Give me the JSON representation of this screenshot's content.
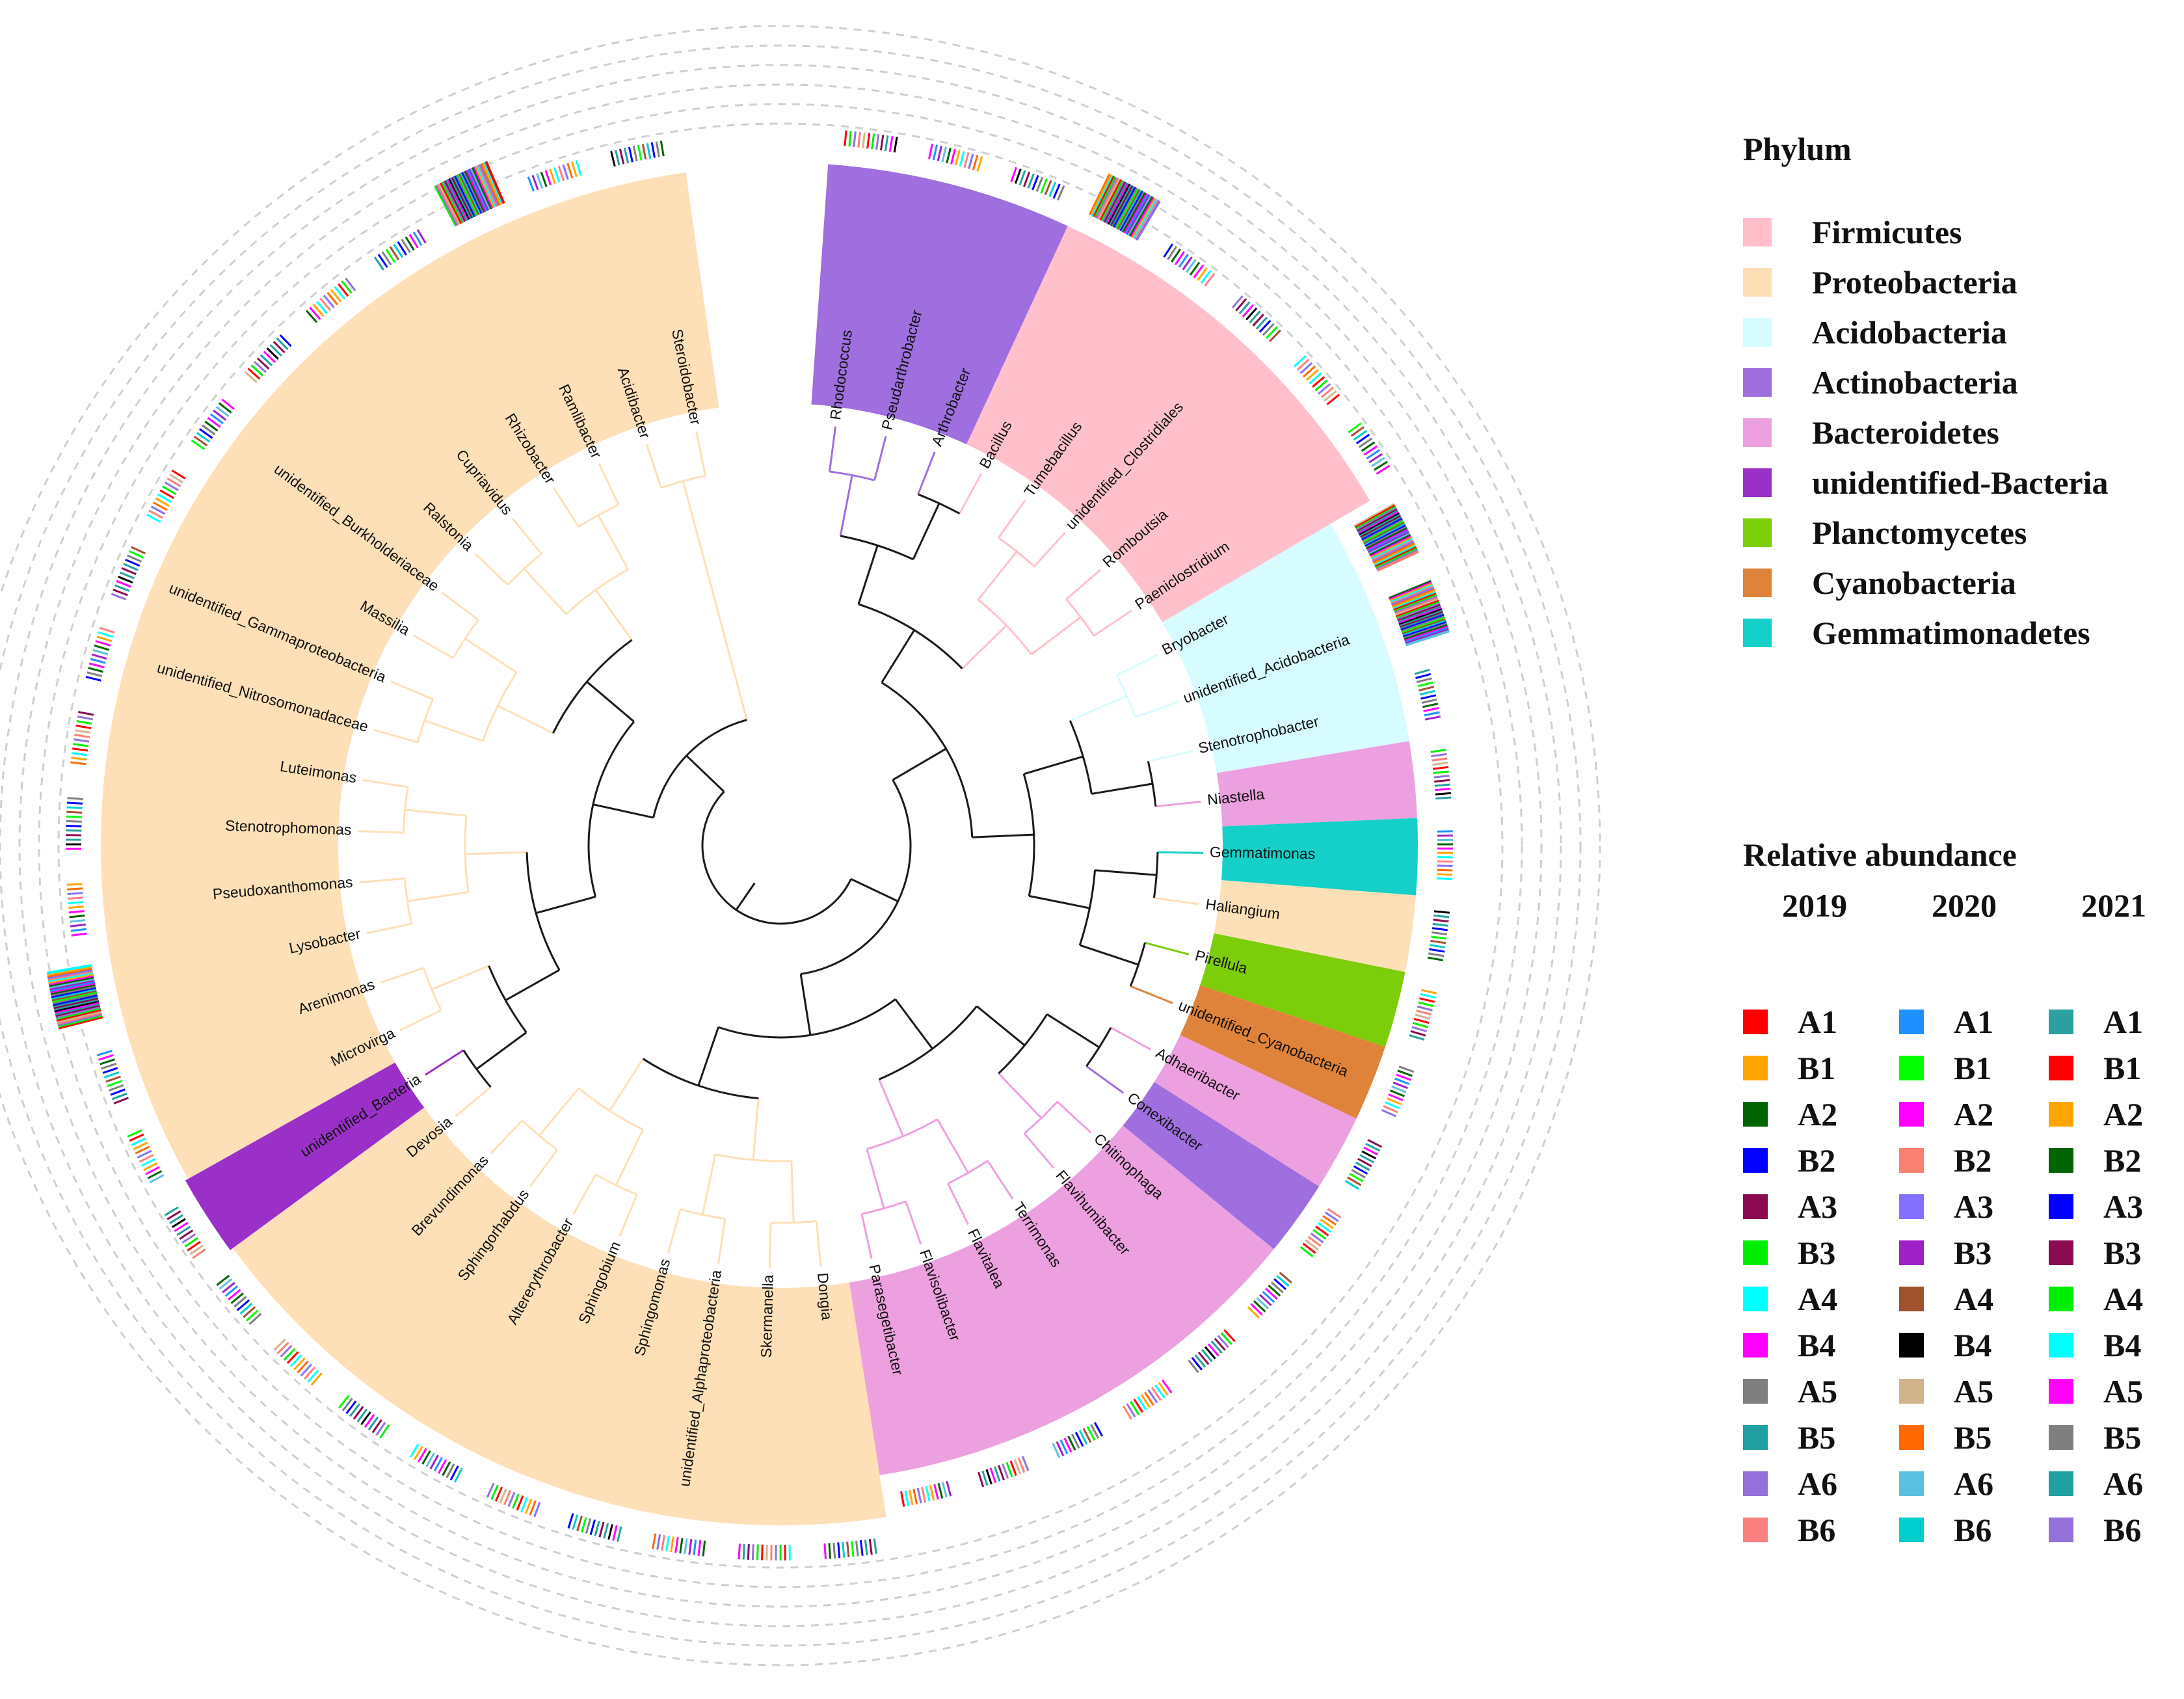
{
  "phylum_legend": {
    "title": "Phylum",
    "items": [
      {
        "label": "Firmicutes",
        "color": "#ffc0cb"
      },
      {
        "label": "Proteobacteria",
        "color": "#fde0b8"
      },
      {
        "label": "Acidobacteria",
        "color": "#d6fcff"
      },
      {
        "label": "Actinobacteria",
        "color": "#9f6fdf"
      },
      {
        "label": "Bacteroidetes",
        "color": "#eda0df"
      },
      {
        "label": "unidentified-Bacteria",
        "color": "#9b30c8"
      },
      {
        "label": "Planctomycetes",
        "color": "#7ccd0a"
      },
      {
        "label": "Cyanobacteria",
        "color": "#e0833a"
      },
      {
        "label": "Gemmatimonadetes",
        "color": "#14d0c8"
      }
    ]
  },
  "abundance_legend": {
    "title": "Relative abundance",
    "years": [
      {
        "year": "2019",
        "items": [
          {
            "label": "A1",
            "color": "#ff0000"
          },
          {
            "label": "B1",
            "color": "#ffa500"
          },
          {
            "label": "A2",
            "color": "#006400"
          },
          {
            "label": "B2",
            "color": "#0000ff"
          },
          {
            "label": "A3",
            "color": "#8b0a50"
          },
          {
            "label": "B3",
            "color": "#00ee00"
          },
          {
            "label": "A4",
            "color": "#00ffff"
          },
          {
            "label": "B4",
            "color": "#ff00ff"
          },
          {
            "label": "A5",
            "color": "#7f7f7f"
          },
          {
            "label": "B5",
            "color": "#20a0a0"
          },
          {
            "label": "A6",
            "color": "#9370db"
          },
          {
            "label": "B6",
            "color": "#fa8080"
          }
        ]
      },
      {
        "year": "2020",
        "items": [
          {
            "label": "A1",
            "color": "#1e90ff"
          },
          {
            "label": "B1",
            "color": "#00ff00"
          },
          {
            "label": "A2",
            "color": "#ff00ff"
          },
          {
            "label": "B2",
            "color": "#fa8072"
          },
          {
            "label": "A3",
            "color": "#8470ff"
          },
          {
            "label": "B3",
            "color": "#a020c8"
          },
          {
            "label": "A4",
            "color": "#a0522d"
          },
          {
            "label": "B4",
            "color": "#000000"
          },
          {
            "label": "A5",
            "color": "#d2b48c"
          },
          {
            "label": "B5",
            "color": "#ff6a00"
          },
          {
            "label": "A6",
            "color": "#5bc0e0"
          },
          {
            "label": "B6",
            "color": "#00cdcd"
          }
        ]
      },
      {
        "year": "2021",
        "items": [
          {
            "label": "A1",
            "color": "#2aa0a0"
          },
          {
            "label": "B1",
            "color": "#ff0000"
          },
          {
            "label": "A2",
            "color": "#ffa500"
          },
          {
            "label": "B2",
            "color": "#006400"
          },
          {
            "label": "A3",
            "color": "#0000ff"
          },
          {
            "label": "B3",
            "color": "#8b0a50"
          },
          {
            "label": "A4",
            "color": "#00ee00"
          },
          {
            "label": "B4",
            "color": "#00ffff"
          },
          {
            "label": "A5",
            "color": "#ff00ff"
          },
          {
            "label": "B5",
            "color": "#7f7f7f"
          },
          {
            "label": "A6",
            "color": "#20a0a0"
          },
          {
            "label": "B6",
            "color": "#9370db"
          }
        ]
      }
    ]
  },
  "tree": {
    "leaves": [
      {
        "genus": "Rhodococcus",
        "phylum": "Actinobacteria"
      },
      {
        "genus": "Pseudarthrobacter",
        "phylum": "Actinobacteria"
      },
      {
        "genus": "Arthrobacter",
        "phylum": "Actinobacteria"
      },
      {
        "genus": "Bacillus",
        "phylum": "Firmicutes"
      },
      {
        "genus": "Tumebacillus",
        "phylum": "Firmicutes"
      },
      {
        "genus": "unidentified_Clostridiales",
        "phylum": "Firmicutes"
      },
      {
        "genus": "Romboutsia",
        "phylum": "Firmicutes"
      },
      {
        "genus": "Paeniclostridium",
        "phylum": "Firmicutes"
      },
      {
        "genus": "Bryobacter",
        "phylum": "Acidobacteria"
      },
      {
        "genus": "unidentified_Acidobacteria",
        "phylum": "Acidobacteria"
      },
      {
        "genus": "Stenotrophobacter",
        "phylum": "Acidobacteria"
      },
      {
        "genus": "Niastella",
        "phylum": "Bacteroidetes"
      },
      {
        "genus": "Gemmatimonas",
        "phylum": "Gemmatimonadetes"
      },
      {
        "genus": "Haliangium",
        "phylum": "Proteobacteria"
      },
      {
        "genus": "Pirellula",
        "phylum": "Planctomycetes"
      },
      {
        "genus": "unidentified_Cyanobacteria",
        "phylum": "Cyanobacteria"
      },
      {
        "genus": "Adhaeribacter",
        "phylum": "Bacteroidetes"
      },
      {
        "genus": "Conexibacter",
        "phylum": "Actinobacteria"
      },
      {
        "genus": "Chitinophaga",
        "phylum": "Bacteroidetes"
      },
      {
        "genus": "Flavihumibacter",
        "phylum": "Bacteroidetes"
      },
      {
        "genus": "Terrimonas",
        "phylum": "Bacteroidetes"
      },
      {
        "genus": "Flavitalea",
        "phylum": "Bacteroidetes"
      },
      {
        "genus": "Flavisolibacter",
        "phylum": "Bacteroidetes"
      },
      {
        "genus": "Parasegetibacter",
        "phylum": "Bacteroidetes"
      },
      {
        "genus": "Dongia",
        "phylum": "Proteobacteria"
      },
      {
        "genus": "Skermanella",
        "phylum": "Proteobacteria"
      },
      {
        "genus": "unidentified_Alphaproteobacteria",
        "phylum": "Proteobacteria"
      },
      {
        "genus": "Sphingomonas",
        "phylum": "Proteobacteria"
      },
      {
        "genus": "Sphingobium",
        "phylum": "Proteobacteria"
      },
      {
        "genus": "Altererythrobacter",
        "phylum": "Proteobacteria"
      },
      {
        "genus": "Sphingorhabdus",
        "phylum": "Proteobacteria"
      },
      {
        "genus": "Brevundimonas",
        "phylum": "Proteobacteria"
      },
      {
        "genus": "Devosia",
        "phylum": "Proteobacteria"
      },
      {
        "genus": "unidentified_Bacteria",
        "phylum": "unidentified-Bacteria"
      },
      {
        "genus": "Microvirga",
        "phylum": "Proteobacteria"
      },
      {
        "genus": "Arenimonas",
        "phylum": "Proteobacteria"
      },
      {
        "genus": "Lysobacter",
        "phylum": "Proteobacteria"
      },
      {
        "genus": "Pseudoxanthomonas",
        "phylum": "Proteobacteria"
      },
      {
        "genus": "Stenotrophomonas",
        "phylum": "Proteobacteria"
      },
      {
        "genus": "Luteimonas",
        "phylum": "Proteobacteria"
      },
      {
        "genus": "unidentified_Nitrosomonadaceae",
        "phylum": "Proteobacteria"
      },
      {
        "genus": "unidentified_Gammaproteobacteria",
        "phylum": "Proteobacteria"
      },
      {
        "genus": "Massilia",
        "phylum": "Proteobacteria"
      },
      {
        "genus": "unidentified_Burkholderiaceae",
        "phylum": "Proteobacteria"
      },
      {
        "genus": "Ralstonia",
        "phylum": "Proteobacteria"
      },
      {
        "genus": "Cupriavidus",
        "phylum": "Proteobacteria"
      },
      {
        "genus": "Rhizobacter",
        "phylum": "Proteobacteria"
      },
      {
        "genus": "Ramlibacter",
        "phylum": "Proteobacteria"
      },
      {
        "genus": "Acidibacter",
        "phylum": "Proteobacteria"
      },
      {
        "genus": "Steroidobacter",
        "phylum": "Proteobacteria"
      }
    ]
  }
}
